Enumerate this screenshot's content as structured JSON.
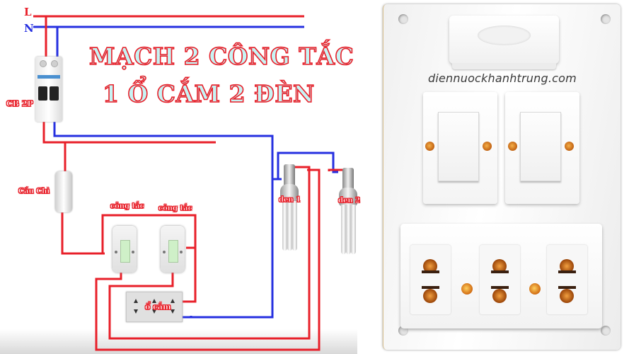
{
  "diagram": {
    "title_line1": "MẠCH 2 CÔNG TẮC",
    "title_line2": "1 Ổ CẮM 2 ĐÈN",
    "labels": {
      "line": "L",
      "neutral": "N",
      "breaker": "CB 2P",
      "fuse": "Cầu Chì",
      "switch1": "công tắc",
      "switch2": "công tắc",
      "socket": "ổ cắm",
      "lamp1": "den 1",
      "lamp2": "den 2"
    },
    "colors": {
      "live_wire": "#e8202a",
      "neutral_wire": "#2630e0",
      "title_fill": "#c6f4f4",
      "title_stroke": "#e8202a"
    }
  },
  "photo": {
    "watermark": "diennuockhanhtrung.com",
    "switches": 2,
    "outlets": 3,
    "indicator_color": "#e07a1a"
  }
}
